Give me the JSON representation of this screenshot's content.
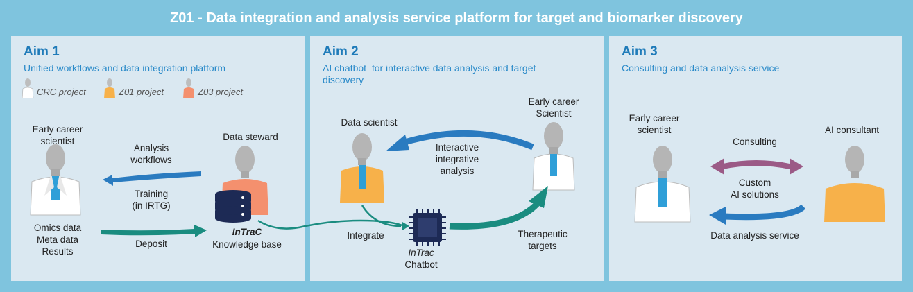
{
  "title": "Z01 - Data integration and analysis service platform for target and biomarker discovery",
  "aim1": {
    "heading": "Aim 1",
    "subtitle": "Unified workflows and data integration platform",
    "legend": [
      "CRC project",
      "Z01 project",
      "Z03 project"
    ],
    "early_career": "Early career\nscientist",
    "data_steward": "Data steward",
    "analysis_workflows": "Analysis\nworkflows",
    "training": "Training\n(in IRTG)",
    "deposit": "Deposit",
    "omics": "Omics data\nMeta data\nResults",
    "intrac": "InTraC",
    "knowledge_base": "Knowledge base"
  },
  "aim2": {
    "heading": "Aim 2",
    "subtitle": "AI chatbot  for interactive data analysis and target\ndiscovery",
    "data_scientist": "Data scientist",
    "early_career": "Early career\nScientist",
    "interactive": "Interactive\nintegrative\nanalysis",
    "integrate": "Integrate",
    "therapeutic": "Therapeutic\ntargets",
    "intrac": "InTrac",
    "chatbot": "Chatbot"
  },
  "aim3": {
    "heading": "Aim 3",
    "subtitle": "Consulting and data analysis service",
    "early_career": "Early career\nscientist",
    "ai_consultant": "AI consultant",
    "consulting": "Consulting",
    "custom": "Custom\nAI solutions",
    "data_analysis": "Data analysis service"
  },
  "colors": {
    "background": "#7fc4de",
    "panel": "#dae8f1",
    "heading": "#1f7bb9",
    "blue_arrow": "#2a7bc0",
    "teal_arrow": "#1a8c80",
    "purple_arrow": "#9b5a86",
    "orange_coat": "#f7b14a",
    "salmon_coat": "#f4906e",
    "white_coat": "#ffffff",
    "server": "#1d2a55"
  }
}
